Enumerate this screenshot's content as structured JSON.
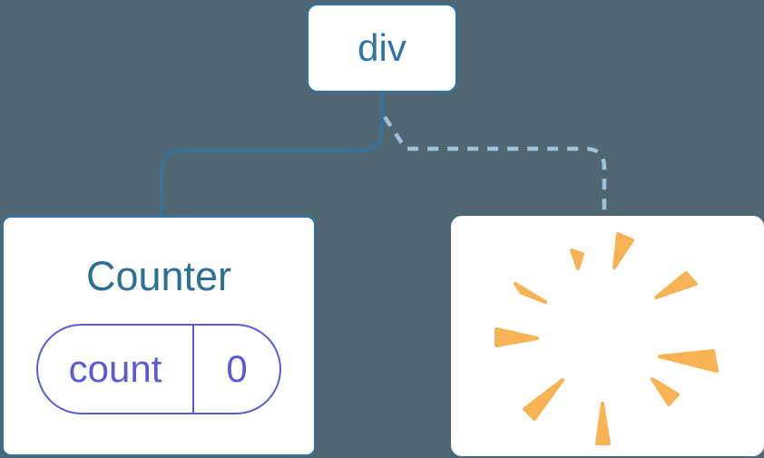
{
  "colors": {
    "background": "#4E6772",
    "blue": "#2E74A6",
    "teal": "#2D7096",
    "indigo": "#5B5BD6",
    "dash": "#9FC3DD",
    "poof": "#F7B354",
    "card": "#FFFFFF"
  },
  "tree": {
    "root": {
      "label": "div"
    },
    "children": [
      {
        "id": "counter",
        "title": "Counter",
        "state": {
          "key": "count",
          "value": "0"
        },
        "connection": "solid"
      },
      {
        "id": "removed",
        "icon": "poof-icon",
        "connection": "dashed"
      }
    ]
  }
}
